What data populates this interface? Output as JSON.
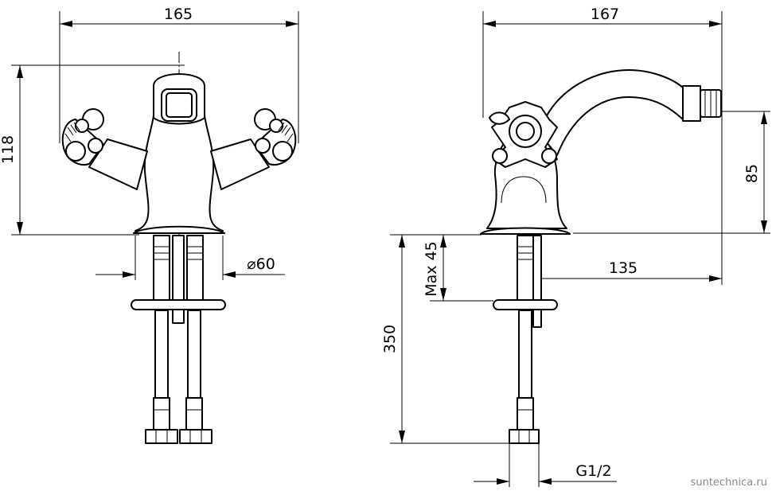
{
  "front_view": {
    "width_label": "165",
    "height_label": "118",
    "diameter_label": "⌀60"
  },
  "side_view": {
    "width_label": "167",
    "spout_height_label": "85",
    "spout_reach_label": "135",
    "max_thickness_label": "Max 45",
    "hose_length_label": "350",
    "thread_label": "G1/2"
  },
  "watermark": "suntechnica.ru"
}
